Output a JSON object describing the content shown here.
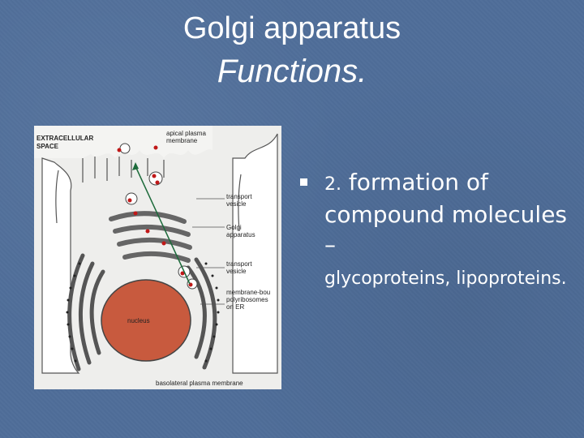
{
  "title": {
    "line1": "Golgi apparatus",
    "line2": "Functions."
  },
  "bullet": {
    "number": "2.",
    "heading": "formation of compound molecules –",
    "detail": "glycoproteins, lipoproteins."
  },
  "figure": {
    "labels": {
      "extracellular": "EXTRACELLULAR",
      "space": "SPACE",
      "apical1": "apical plasma",
      "apical2": "membrane",
      "transport1a": "transport",
      "transport1b": "vesicle",
      "golgi1": "Golgi",
      "golgi2": "apparatus",
      "transport2a": "transport",
      "transport2b": "vesicle",
      "membrane1": "membrane-bou",
      "membrane2": "polyribosomes",
      "membrane3": "on ER",
      "nucleus": "nucleus",
      "basolateral": "basolateral plasma membrane"
    }
  }
}
